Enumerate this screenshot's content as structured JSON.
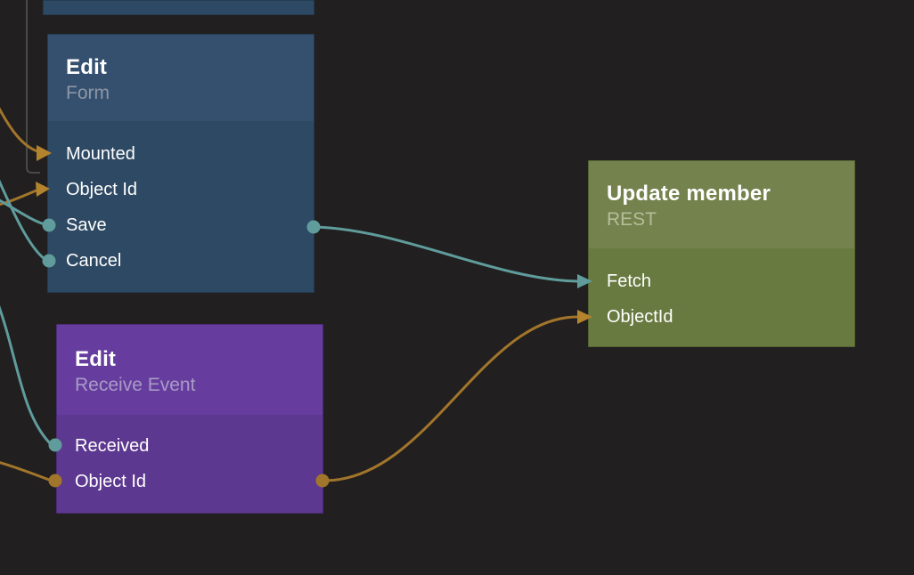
{
  "canvas": {
    "type": "node-graph-editor"
  },
  "colors": {
    "bg": "#211f1f",
    "text": "#ffffff",
    "wire-teal": "#609c9c",
    "wire-orange": "#a1752b",
    "arrow-orange": "#b3832e",
    "wire-gray": "#4a4a46",
    "node-blue-header": "#35506e",
    "node-blue-body": "#2e4963",
    "node-purple-header": "#663d9e",
    "node-purple-body": "#5d3890",
    "node-green-header": "#74824d",
    "node-green-body": "#697a41",
    "subtitle-blue": "#8d97a6",
    "subtitle-purple": "#a99bc6",
    "subtitle-green": "#b5bd9a"
  },
  "nodes": {
    "form": {
      "title": "Edit",
      "subtitle": "Form",
      "inputs": [
        "Mounted",
        "Object Id",
        "Save",
        "Cancel"
      ]
    },
    "receive_event": {
      "title": "Edit",
      "subtitle": "Receive Event",
      "inputs": [
        "Received",
        "Object Id"
      ]
    },
    "update_member": {
      "title": "Update member",
      "subtitle": "REST",
      "inputs": [
        "Fetch",
        "ObjectId"
      ]
    }
  },
  "connections": [
    {
      "from": "off-screen-top",
      "to": "form.Mounted",
      "style": "gray-elbow"
    },
    {
      "from": "off-screen-left",
      "to": "form.Mounted",
      "style": "orange-arrow"
    },
    {
      "from": "off-screen-left",
      "to": "form.Object Id",
      "style": "orange-arrow"
    },
    {
      "from": "off-screen-left",
      "to": "form.Save",
      "style": "teal-dot"
    },
    {
      "from": "off-screen-left",
      "to": "form.Cancel",
      "style": "teal-dot"
    },
    {
      "from": "off-screen-left",
      "to": "receive_event.Received",
      "style": "teal-dot"
    },
    {
      "from": "off-screen-left",
      "to": "receive_event.Object Id",
      "style": "orange-dot"
    },
    {
      "from": "form.output",
      "to": "update_member.Fetch",
      "style": "teal-arrow"
    },
    {
      "from": "receive_event.output",
      "to": "update_member.ObjectId",
      "style": "orange-arrow"
    }
  ]
}
